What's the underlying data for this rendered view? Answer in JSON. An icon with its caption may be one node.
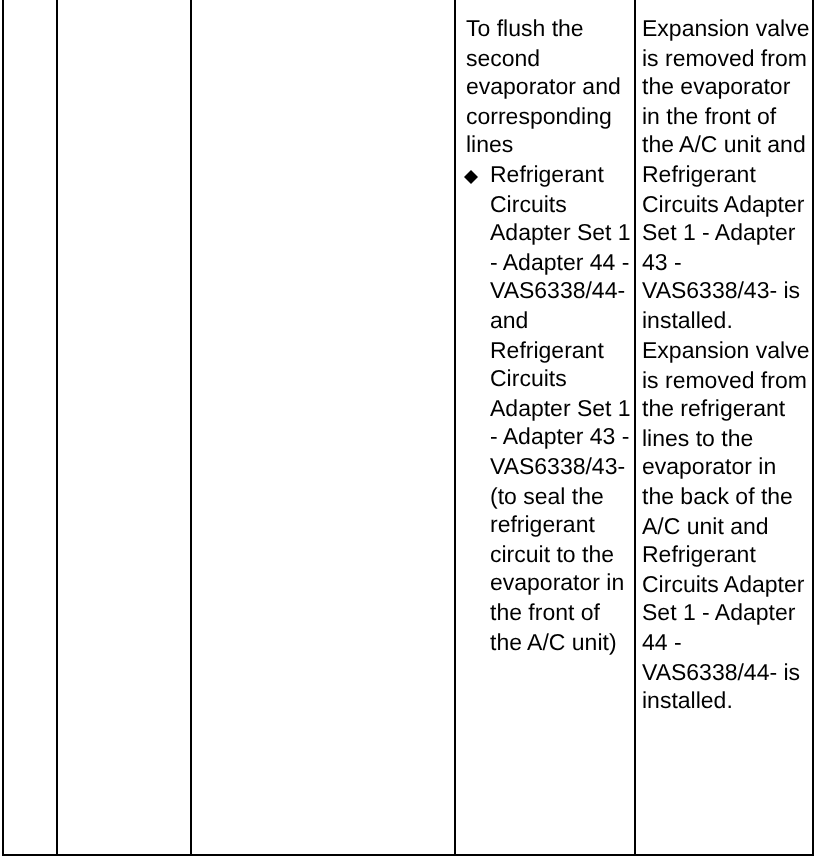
{
  "diagram": {
    "labels": [
      "To flush the second evaporator and corresponding lines",
      "Refrigerant Circuits Adapter Set 1 - Adapter 44 - VAS6338/44- and Refrigerant Circuits Adapter Set 1 - Adapter 43 - VAS6338/43- (to seal the refrigerant circuit to the evaporator in the front of the A/C unit)",
      "Expansion valve is removed from the evaporator in the front of the A/C unit and Refrigerant Circuits Adapter Set 1 - Adapter 43 - VAS6338/43- is installed.",
      "Expansion valve is removed from the refrigerant lines to the evaporator in the back of the A/C unit and Refrigerant Circuits Adapter Set 1 - Adapter 44 - VAS6338/44- is installed."
    ]
  }
}
